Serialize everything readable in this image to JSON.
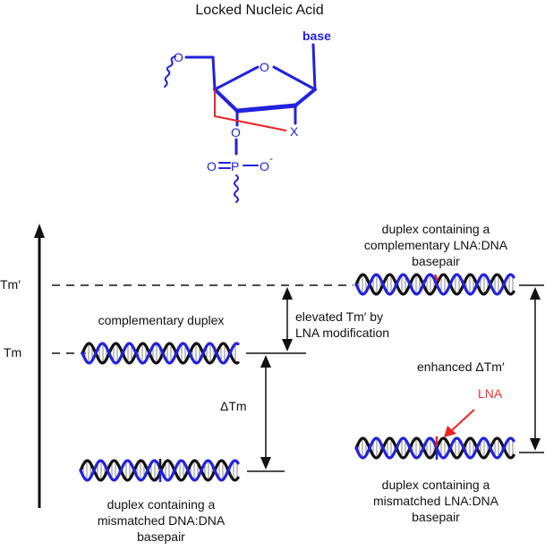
{
  "title": "Locked Nucleic Acid",
  "structure": {
    "atom_o5": "O",
    "atom_ring_o": "O",
    "atom_o3": "O",
    "atom_p": "P",
    "atom_x": "X",
    "atom_o_left": "O",
    "atom_o_right": "O",
    "superscript": "-",
    "base_label": "base"
  },
  "axis": {
    "tm_label": "Tm",
    "tm_prime_label": "Tm′"
  },
  "labels": {
    "complementary_duplex": "complementary duplex",
    "mismatched_dna_1": "duplex containing a",
    "mismatched_dna_2": "mismatched DNA:DNA",
    "mismatched_dna_3": "basepair",
    "delta_tm": "ΔTm",
    "elevated_1": "elevated Tm′  by",
    "elevated_2": "LNA modification",
    "comp_lna_1": "duplex containing a",
    "comp_lna_2": "complementary LNA:DNA",
    "comp_lna_3": "basepair",
    "enhanced": "enhanced ΔTm′",
    "lna": "LNA",
    "mismatch_lna_1": "duplex containing a",
    "mismatch_lna_2": "mismatched LNA:DNA",
    "mismatch_lna_3": "basepair"
  },
  "colors": {
    "blue": "#2222dd",
    "black": "#111111",
    "red": "#ee2222"
  }
}
